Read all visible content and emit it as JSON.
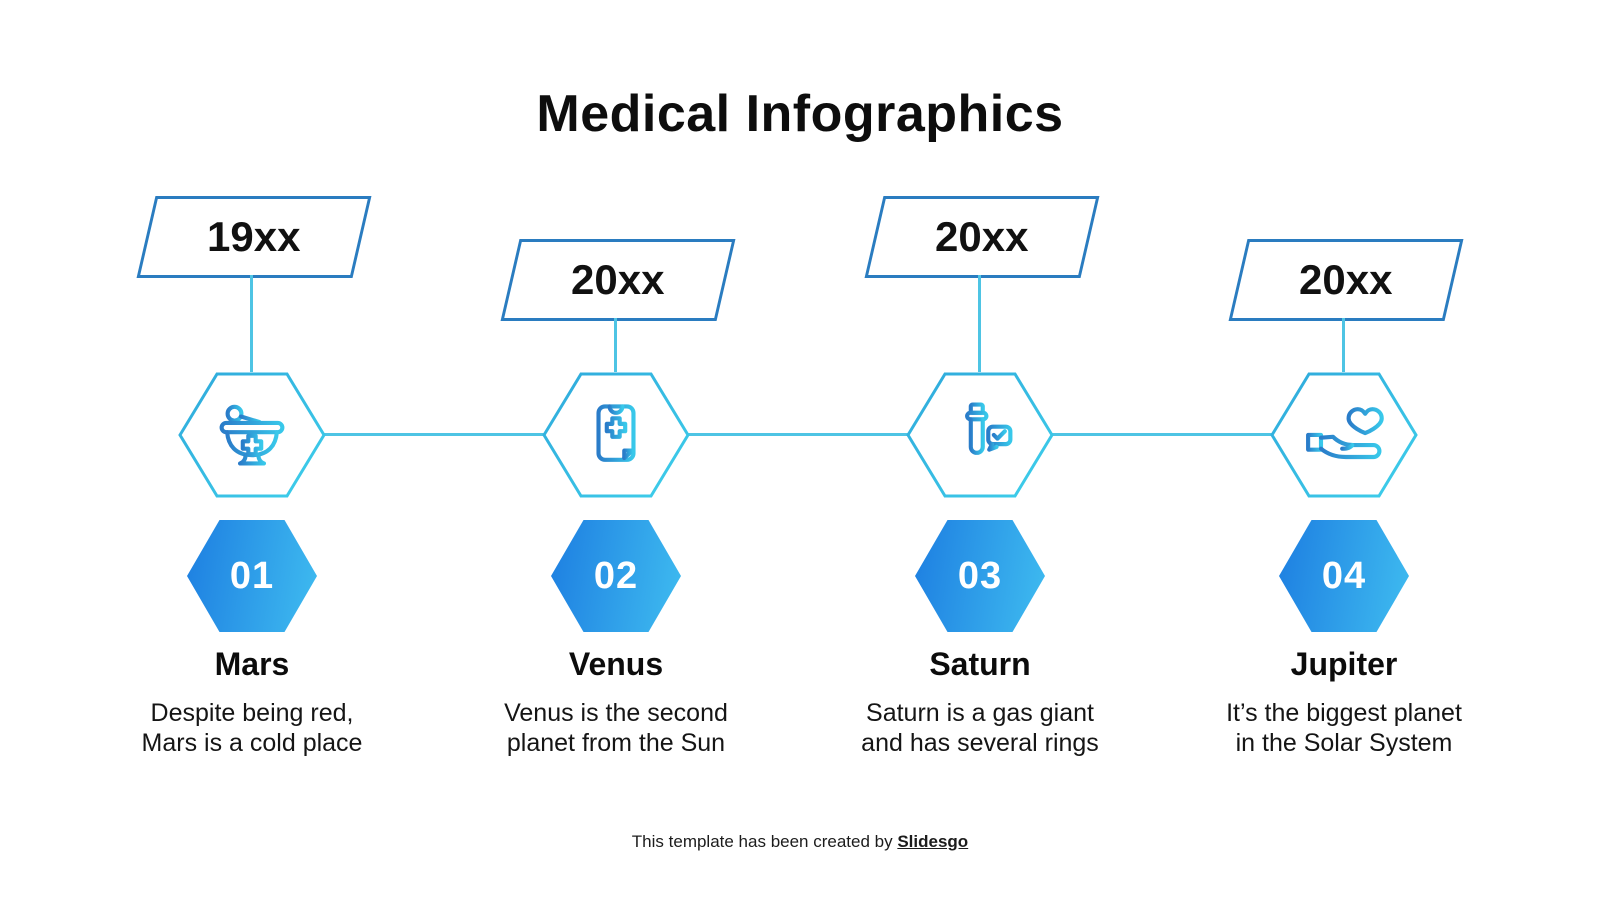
{
  "title": "Medical Infographics",
  "footer": {
    "text": "This template has been created by ",
    "brand": "Slidesgo"
  },
  "colors": {
    "year_box_border": "#2a7cc0",
    "connector_line": "#4ec4e4",
    "hexagon_outline": "#38bfe6",
    "number_hex_gradient_start": "#1d7ee1",
    "number_hex_gradient_end": "#3fbcf0",
    "icon_gradient_start": "#2a7cc9",
    "icon_gradient_end": "#38c8ea",
    "title_color": "#0d0d0d",
    "number_text": "#ffffff"
  },
  "items": [
    {
      "number": "01",
      "year": "19xx",
      "title": "Mars",
      "desc_line1": "Despite being red,",
      "desc_line2": "Mars is a cold place",
      "icon": "mortar-and-pestle-icon"
    },
    {
      "number": "02",
      "year": "20xx",
      "title": "Venus",
      "desc_line1": "Venus is the second",
      "desc_line2": "planet from the Sun",
      "icon": "medical-chart-icon"
    },
    {
      "number": "03",
      "year": "20xx",
      "title": "Saturn",
      "desc_line1": "Saturn is a gas giant",
      "desc_line2": "and has several rings",
      "icon": "test-tube-icon"
    },
    {
      "number": "04",
      "year": "20xx",
      "title": "Jupiter",
      "desc_line1": "It’s the biggest planet",
      "desc_line2": "in the Solar System",
      "icon": "hand-holding-heart-icon"
    }
  ]
}
